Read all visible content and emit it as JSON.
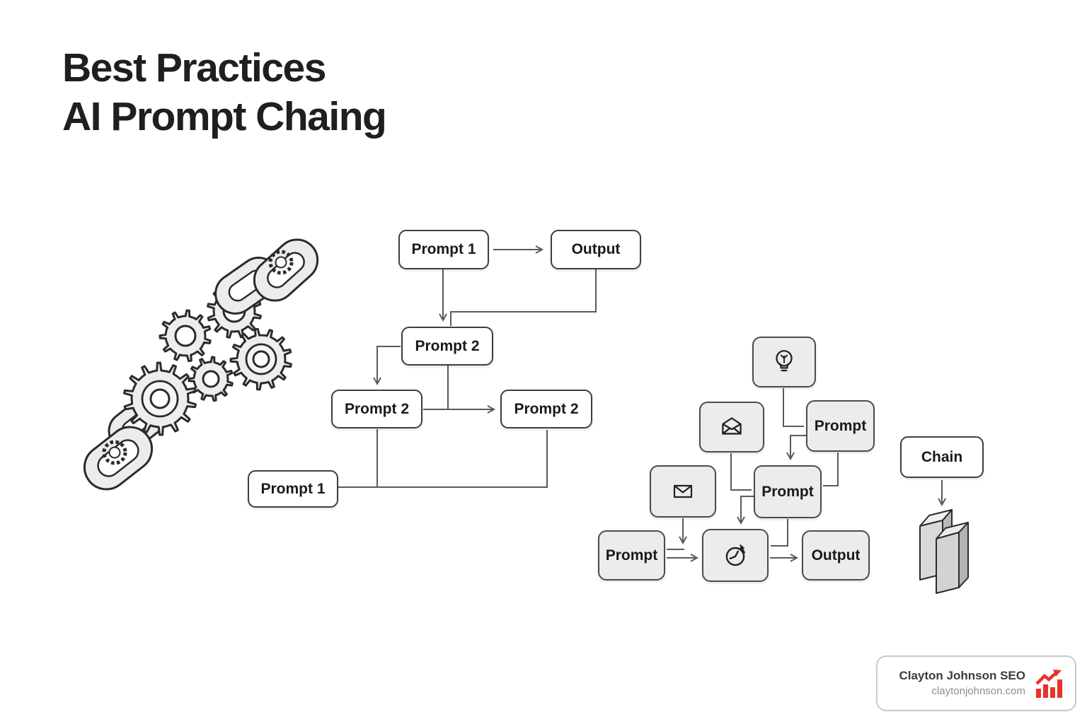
{
  "title": {
    "line1": "Best Practices",
    "line2": "AI Prompt Chaing"
  },
  "flow_basic": {
    "prompt1_top": "Prompt 1",
    "output": "Output",
    "prompt2_mid": "Prompt 2",
    "prompt2_left": "Prompt 2",
    "prompt2_right": "Prompt 2",
    "prompt1_bottom": "Prompt 1"
  },
  "flow_icons": {
    "prompt_top_right": "Prompt",
    "prompt_center": "Prompt",
    "prompt_bottom_left": "Prompt",
    "output": "Output",
    "icon_names": {
      "idea": "lightbulb-icon",
      "mail_open": "mail-open-icon",
      "mail": "mail-icon",
      "loop": "history-clock-icon"
    }
  },
  "flow_chain": {
    "label": "Chain",
    "icon": "stacked-books-icon"
  },
  "illustration": {
    "name": "chain-and-gears-illustration"
  },
  "badge": {
    "name": "Clayton Johnson SEO",
    "website": "claytonjohnson.com",
    "icon": "growth-chart-icon",
    "accent_color": "#e8332a"
  },
  "colors": {
    "background": "#ffffff",
    "text": "#1f1f1f",
    "node_border": "#3f3f3f",
    "node_fill_white": "#ffffff",
    "node_fill_gray": "#ececec",
    "connector": "#5a5a5a"
  }
}
